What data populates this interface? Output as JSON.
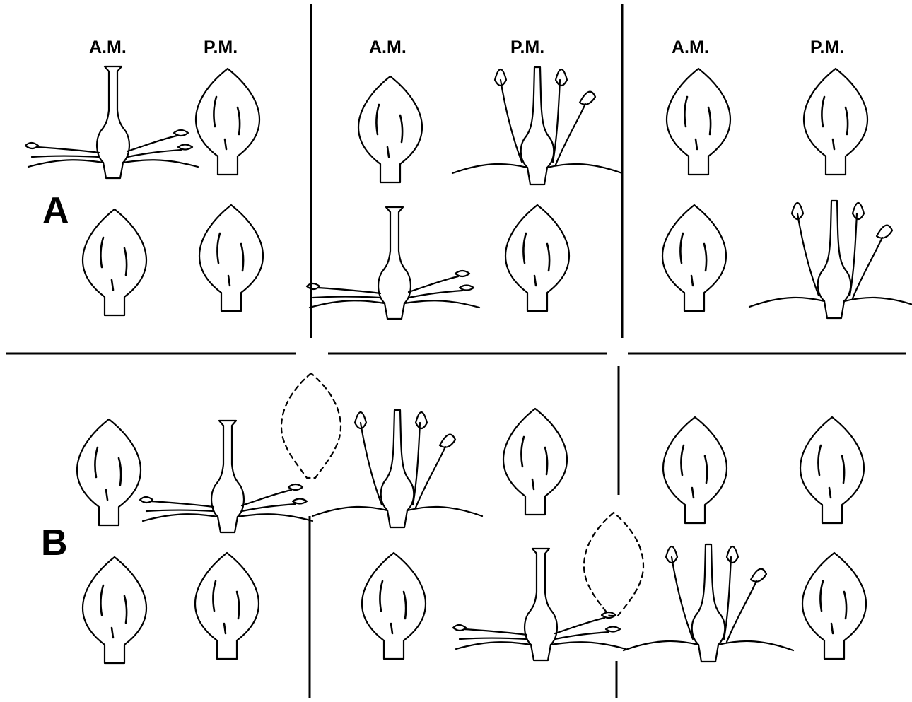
{
  "colors": {
    "ink": "#000000",
    "background": "#ffffff"
  },
  "section_labels": {
    "a": "A",
    "b": "B"
  },
  "column_headers": [
    {
      "am": "A.M.",
      "pm": "P.M."
    },
    {
      "am": "A.M.",
      "pm": "P.M."
    },
    {
      "am": "A.M.",
      "pm": "P.M."
    }
  ],
  "legend_icons": [
    "petal-icon",
    "open-flower-icon",
    "dashed-petal-icon"
  ]
}
